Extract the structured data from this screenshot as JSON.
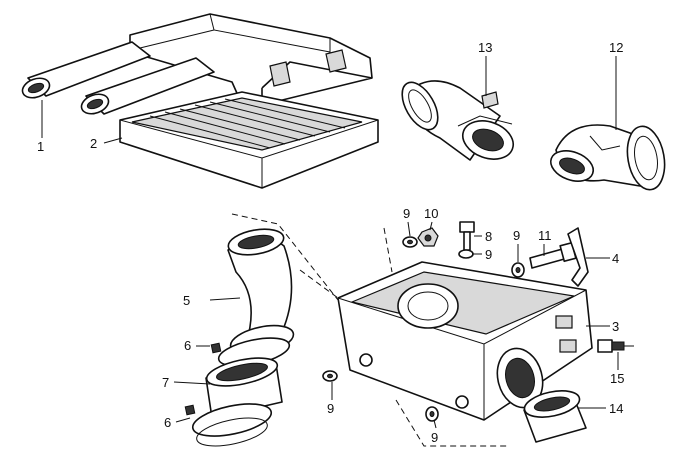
{
  "callouts": {
    "c1": "1",
    "c2": "2",
    "c3": "3",
    "c4": "4",
    "c5": "5",
    "c6a": "6",
    "c6b": "6",
    "c7": "7",
    "c8": "8",
    "c9a": "9",
    "c9b": "9",
    "c9c": "9",
    "c9d": "9",
    "c9e": "9",
    "c10": "10",
    "c11": "11",
    "c12": "12",
    "c13": "13",
    "c14": "14",
    "c15": "15"
  }
}
